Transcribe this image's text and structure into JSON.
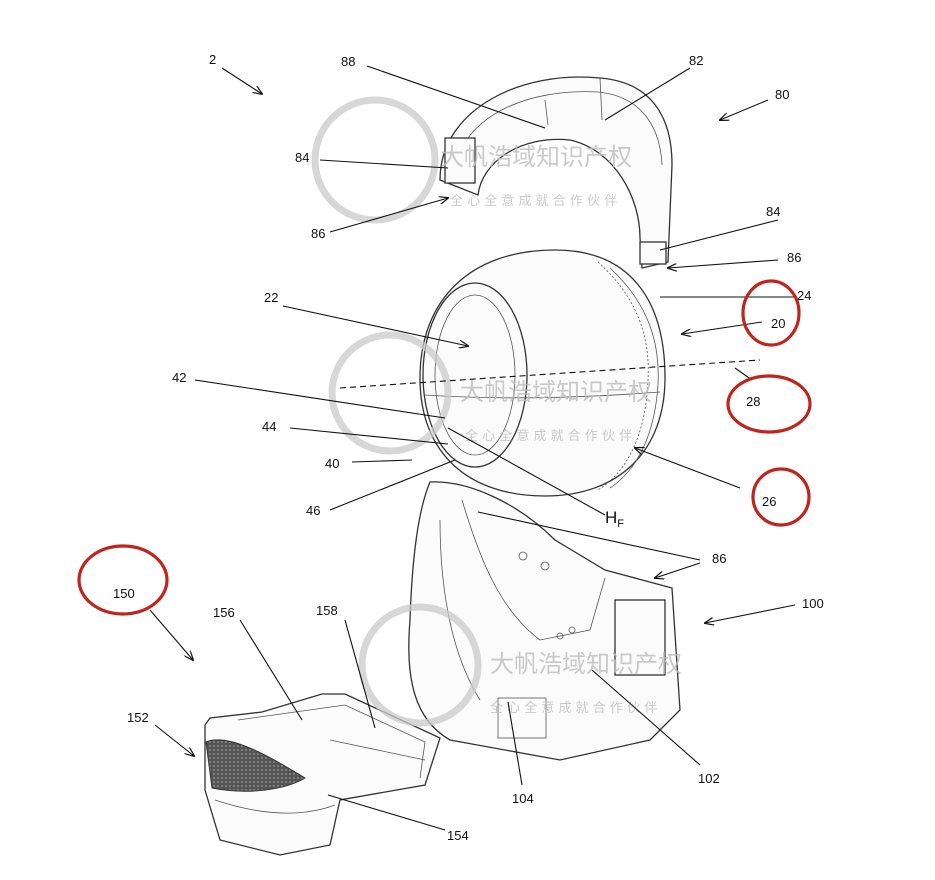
{
  "labels": {
    "l2": "2",
    "l88": "88",
    "l82": "82",
    "l80": "80",
    "l84a": "84",
    "l86a": "86",
    "l84b": "84",
    "l86b": "86",
    "l22": "22",
    "l24": "24",
    "l20": "20",
    "l42": "42",
    "l28": "28",
    "l44": "44",
    "l40": "40",
    "l46": "46",
    "l26": "26",
    "lHF": "H",
    "lHFsub": "F",
    "l86c": "86",
    "l100": "100",
    "l150": "150",
    "l156": "156",
    "l158": "158",
    "l152": "152",
    "l154": "154",
    "l104": "104",
    "l102": "102"
  },
  "watermark": {
    "line1": "大帆浩域知识产权",
    "line2": "全 心 全 意 成 就 合 作 伙 伴"
  },
  "highlight_color": "#c0241c",
  "highlighted_labels": [
    "20",
    "28",
    "26",
    "150"
  ]
}
